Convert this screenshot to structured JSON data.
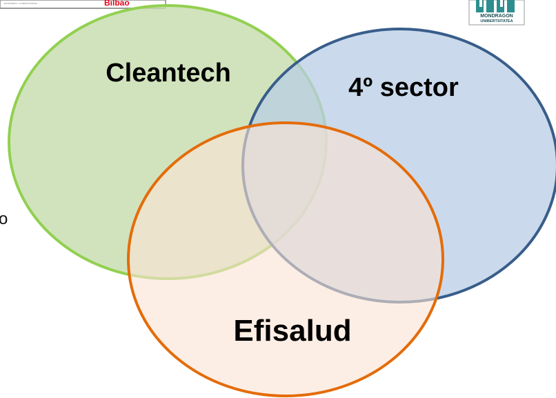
{
  "header_logo_left": {
    "caption": "ECONOMIKO Y COMPETITIVIDAD",
    "city": "Bilbao"
  },
  "header_logo_right": {
    "line1": "MONDRAGON",
    "line2": "UNIBERTSITATEA",
    "icon": "mondragon-logo-icon"
  },
  "side_fragment": {
    "text": "o"
  },
  "venn": {
    "sets": [
      {
        "id": "cleantech",
        "label": "Cleantech",
        "fill": "#c6dcad",
        "stroke": "#92d050"
      },
      {
        "id": "sector4",
        "label": "4º sector",
        "fill": "#b8cde6",
        "stroke": "#385d8a"
      },
      {
        "id": "efisalud",
        "label": "Efisalud",
        "fill": "#fbe2d3",
        "stroke": "#e46c0a"
      }
    ]
  }
}
